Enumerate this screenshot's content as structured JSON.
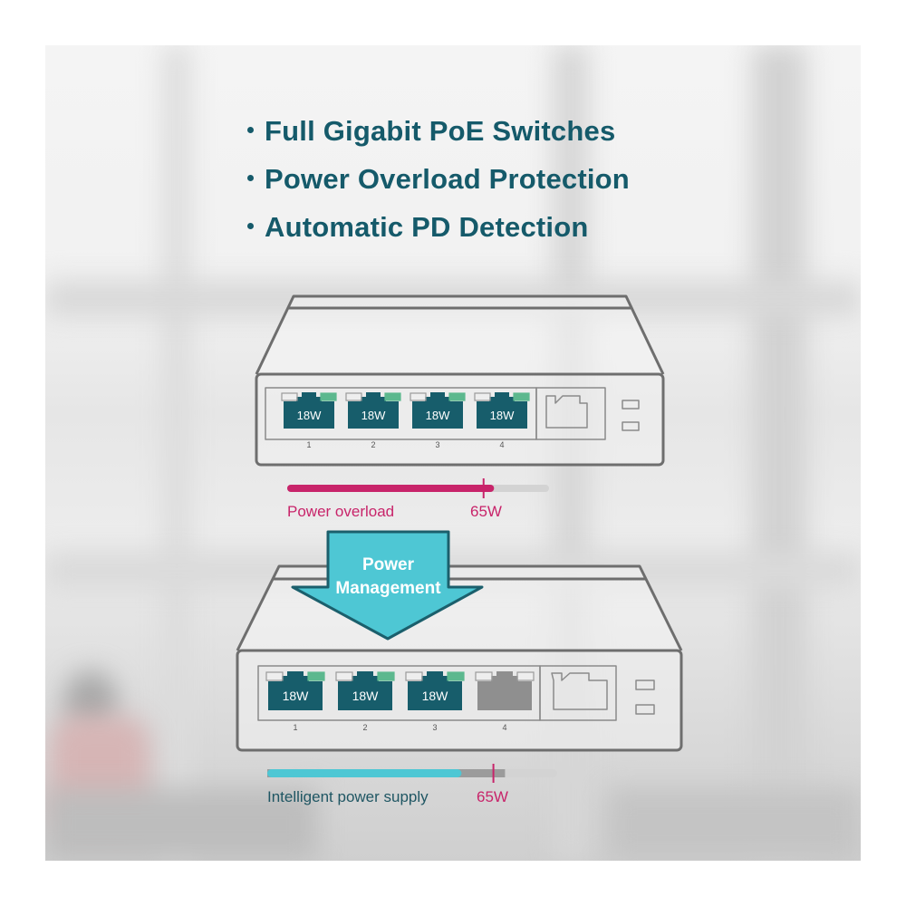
{
  "features": [
    "Full Gigabit PoE Switches",
    "Power Overload Protection",
    "Automatic PD Detection"
  ],
  "colors": {
    "title": "#155a6a",
    "port_fill": "#175d6b",
    "port_off": "#8f8f8f",
    "led_green": "#5cb88e",
    "overload": "#c8246a",
    "managed": "#4ec7d4",
    "arrow": "#4ec7d4",
    "arrow_border": "#1b5f6c",
    "outline": "#6e6e6e"
  },
  "top_switch": {
    "ports": [
      {
        "number": "1",
        "power": "18W",
        "active": true
      },
      {
        "number": "2",
        "power": "18W",
        "active": true
      },
      {
        "number": "3",
        "power": "18W",
        "active": true
      },
      {
        "number": "4",
        "power": "18W",
        "active": true
      }
    ],
    "bar": {
      "label": "Power overload",
      "limit_label": "65W",
      "fill_fraction": 0.79,
      "limit_fraction": 0.75
    }
  },
  "arrow": {
    "line1": "Power",
    "line2": "Management"
  },
  "bottom_switch": {
    "ports": [
      {
        "number": "1",
        "power": "18W",
        "active": true
      },
      {
        "number": "2",
        "power": "18W",
        "active": true
      },
      {
        "number": "3",
        "power": "18W",
        "active": true
      },
      {
        "number": "4",
        "power": "",
        "active": false
      }
    ],
    "bar": {
      "label": "Intelligent power supply",
      "limit_label": "65W",
      "fill_fraction": 0.67,
      "reserved_fraction": 0.82,
      "limit_fraction": 0.78
    }
  }
}
